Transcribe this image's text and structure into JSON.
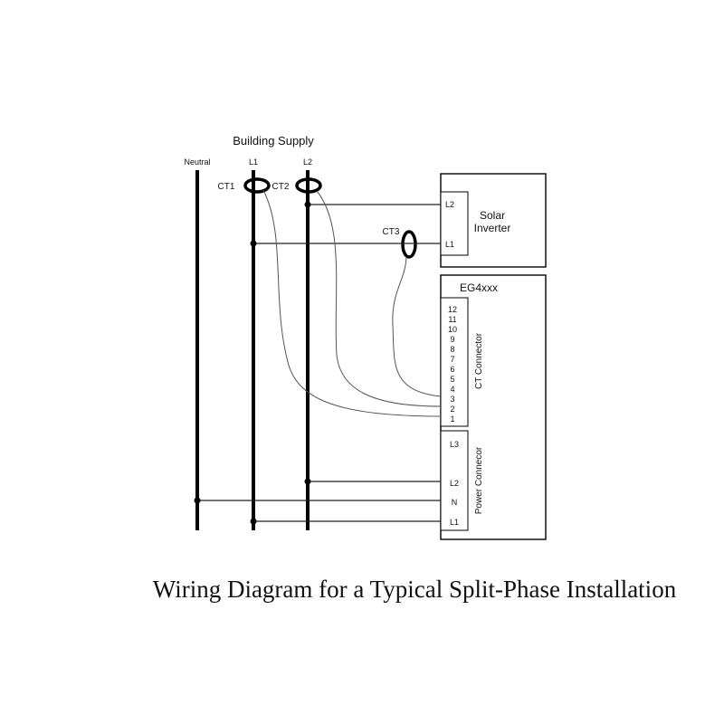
{
  "supply": {
    "title": "Building Supply",
    "neutral_label": "Neutral",
    "l1_label": "L1",
    "l2_label": "L2"
  },
  "cts": {
    "ct1": "CT1",
    "ct2": "CT2",
    "ct3": "CT3"
  },
  "inverter": {
    "title_line1": "Solar",
    "title_line2": "Inverter",
    "terminal_l2": "L2",
    "terminal_l1": "L1"
  },
  "device": {
    "title": "EG4xxx",
    "ct_connector_label": "CT Connector",
    "ct_pins": [
      "12",
      "11",
      "10",
      "9",
      "8",
      "7",
      "6",
      "5",
      "4",
      "3",
      "2",
      "1"
    ],
    "power_connector_label": "Power Connecor",
    "power_pins": [
      "L3",
      "L2",
      "N",
      "L1"
    ]
  },
  "caption": "Wiring Diagram for a Typical Split-Phase Installation"
}
